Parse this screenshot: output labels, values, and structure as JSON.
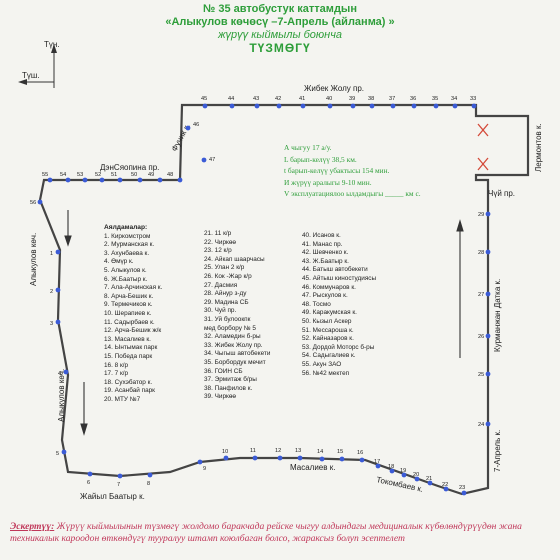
{
  "title": {
    "line1": "№ 35 автобустук каттамдын",
    "line2": "«Алыкулов көчөсү –7-Апрель (айланма) »",
    "line3": "жүрүү кыймылы боюнча",
    "line4": "ТҮЗМӨГҮ"
  },
  "compass": {
    "north": "Түн.",
    "west": "Түш."
  },
  "streets": {
    "zhibek_zholu": "Жибек Жолу пр.",
    "fuchik": "Фучик к.",
    "lermontov": "Лермонтов к.",
    "dzensiopina": "ДэнСяопина пр.",
    "chuy": "Чүй пр.",
    "alykulov_top": "Алыкулов көч.",
    "alykulov_bottom": "Алыкулов көч.",
    "kurmanzhan": "Курманжан Датка к.",
    "april7": "7-Апрель к.",
    "masaliev": "Масалиев к.",
    "tokombaev": "Токомбаев к.",
    "zhayil": "Жайыл Баатыр к."
  },
  "info": {
    "line1": "А чыгуу  17  а/у.",
    "line2": "L барып-келүү   38,5  км.",
    "line3": "t барып-келүү убактысы  154 мин.",
    "line4": "И жүрүү аралыгы 9-10  мин.",
    "line5": "V эксплуатациялоо ылдамдыгы _____ км с."
  },
  "legend": {
    "header": "Аялдамалар:",
    "col1": [
      "1. Киркомстром",
      "2. Мурманская к.",
      "3. Ахунбаева к.",
      "4. Өмүр к.",
      "5. Алыкулов к.",
      "6. Ж.Баатыр к.",
      "7. Ала-Арчинская к.",
      "8. Арча-Бешик к.",
      "9. Термечиков к.",
      "10. Шерапиев к.",
      "11. Садырбаев к.",
      "12. Арча-Бешик ж/к",
      "13. Масалиев к.",
      "14. Ынтымак парк",
      "15. Победа парк",
      "16. 8 к/р",
      "17. 7 к/р",
      "18. Сухэбатор к.",
      "19. Асанбай парк",
      "20. МТУ №7"
    ],
    "col2": [
      "21. 11 к/р",
      "22. Чиркөө",
      "23. 12 к/р",
      "24. Айкап шаарчасы",
      "25. Улан 2 к/р",
      "26. Кок -Жар к/р",
      "27. Дасмия",
      "28. Айнур з-ду",
      "29. Мадина СБ",
      "30. Чуй пр.",
      "31. Уй булоокпк\nмед борбору № 5",
      "32. Аламедин б-ры",
      "33. Жибек Жолу пр.",
      "34. Чыгыш автобекети",
      "35. Борбордук мечит",
      "36. ГОИН СБ",
      "37. Эрмитаж б/ры",
      "38. Панфилов к.",
      "39. Чиркөө"
    ],
    "col3": [
      "40. Исанов к.",
      "41. Манас пр.",
      "42. Шевченко к.",
      "43. Ж.Баатыр к.",
      "44. Батыш автобекети",
      "45. Айтыш киностудиясы",
      "46. Коммунаров к.",
      "47. Рыскулов к.",
      "48. Тосмо",
      "49. Каракумская к.",
      "50. Кызыл Аскер",
      "51. Мессароша к.",
      "52. Кайназаров к.",
      "53. Дордой Моторс б-ры",
      "54. Садыгалиев к.",
      "55. Акун ЗАО",
      "56. №42 мектеп"
    ]
  },
  "stops": {
    "s1": "1",
    "s2": "2",
    "s3": "3",
    "s4": "4",
    "s5": "5",
    "s6": "6",
    "s7": "7",
    "s8": "8",
    "s9": "9",
    "s10": "10",
    "s11": "11",
    "s12": "12",
    "s13": "13",
    "s14": "14",
    "s15": "15",
    "s16": "16",
    "s17": "17",
    "s18": "18",
    "s19": "19",
    "s20": "20",
    "s21": "21",
    "s22": "22",
    "s23": "23",
    "s24": "24",
    "s25": "25",
    "s26": "26",
    "s27": "27",
    "s28": "28",
    "s29": "29",
    "s33": "33",
    "s34": "34",
    "s35": "35",
    "s36": "36",
    "s37": "37",
    "s38": "38",
    "s39": "39",
    "s40": "40",
    "s41": "41",
    "s42": "42",
    "s43": "43",
    "s44": "44",
    "s45": "45",
    "s46": "46",
    "s47": "47",
    "s48": "48",
    "s49": "49",
    "s50": "50",
    "s51": "51",
    "s52": "52",
    "s53": "53",
    "s54": "54",
    "s55": "55",
    "s56": "56"
  },
  "footer": {
    "label": "Эскертүү:",
    "text": " Жүрүү кыймылынын түзмөгү жолдомо баракчада рейске чыгуу алдындагы медициналык күбөлөндүрүүдөн жана техникалык кароодон өткөндүгү тууралуу штамп коюлбаган болсо, жараксыз болуп эсептелет"
  },
  "colors": {
    "route": "#444444",
    "stop": "#3b5bd6",
    "title": "#2e9e3a",
    "footer": "#c0385a",
    "cross": "#d44a3a"
  }
}
